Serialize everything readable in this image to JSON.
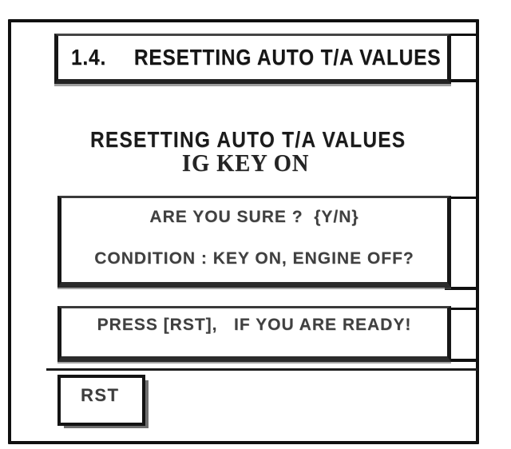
{
  "page": {
    "section_number": "1.4.",
    "section_title": "RESETTING AUTO T/A VALUES"
  },
  "heading": {
    "label": "RESETTING AUTO T/A VALUES"
  },
  "step": {
    "label": "IG KEY ON"
  },
  "confirm_screen": {
    "prompt": "ARE YOU SURE ?  {Y/N}",
    "condition": "CONDITION : KEY ON, ENGINE OFF?"
  },
  "instruction_screen": {
    "text": "PRESS [RST],   IF YOU ARE READY!"
  },
  "rst_button": {
    "label": "RST"
  },
  "colors": {
    "ink": "#101010",
    "paper": "#ffffff",
    "shadow_gray": "#6e6e6e"
  }
}
